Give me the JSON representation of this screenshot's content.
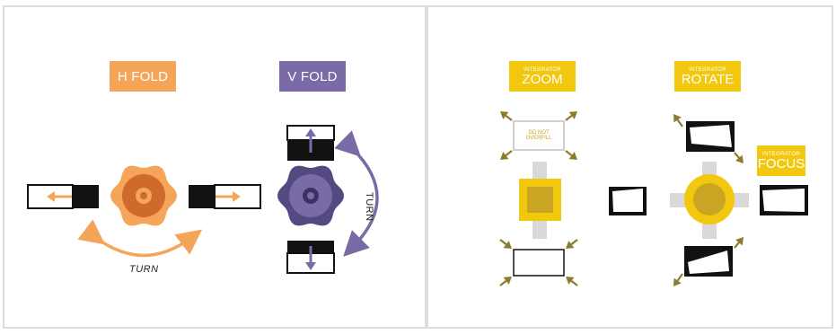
{
  "left_panel": {
    "h_fold": {
      "label": "H FOLD",
      "color": "#f5a55a"
    },
    "v_fold": {
      "label": "V FOLD",
      "color": "#7a6aa5"
    },
    "turn_h": "TURN",
    "turn_v": "TURN"
  },
  "right_panel": {
    "integrator_zoom": {
      "small": "INTEGRATOR",
      "big": "ZOOM"
    },
    "integrator_rotate": {
      "small": "INTEGRATOR",
      "big": "ROTATE"
    },
    "integrator_focus": {
      "small": "INTEGRATOR",
      "big": "FOCUS"
    },
    "do_not_overfill": {
      "line1": "DO NOT",
      "line2": "OVERFILL"
    },
    "accent_color": "#f2c80f",
    "arrow_color": "#8b7b2a"
  }
}
